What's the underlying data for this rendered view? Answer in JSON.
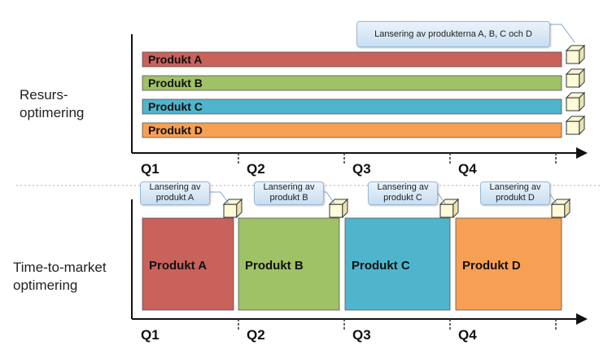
{
  "rows": {
    "top_label": "Resurs-\noptimering",
    "bottom_label": "Time-to-market\noptimering"
  },
  "quarters": [
    "Q1",
    "Q2",
    "Q3",
    "Q4"
  ],
  "top_bars": [
    {
      "label": "Produkt A",
      "color": "#c9625b"
    },
    {
      "label": "Produkt B",
      "color": "#9fc266"
    },
    {
      "label": "Produkt C",
      "color": "#4fb5cc"
    },
    {
      "label": "Produkt D",
      "color": "#f7a054"
    }
  ],
  "top_callout": "Lansering av produkterna A, B, C och D",
  "bottom_blocks": [
    {
      "label": "Produkt A",
      "color": "#c9625b",
      "callout": "Lansering av\nprodukt A"
    },
    {
      "label": "Produkt B",
      "color": "#9fc266",
      "callout": "Lansering av\nprodukt B"
    },
    {
      "label": "Produkt C",
      "color": "#4fb5cc",
      "callout": "Lansering av\nprodukt C"
    },
    {
      "label": "Produkt D",
      "color": "#f7a054",
      "callout": "Lansering av\nprodukt D"
    }
  ]
}
